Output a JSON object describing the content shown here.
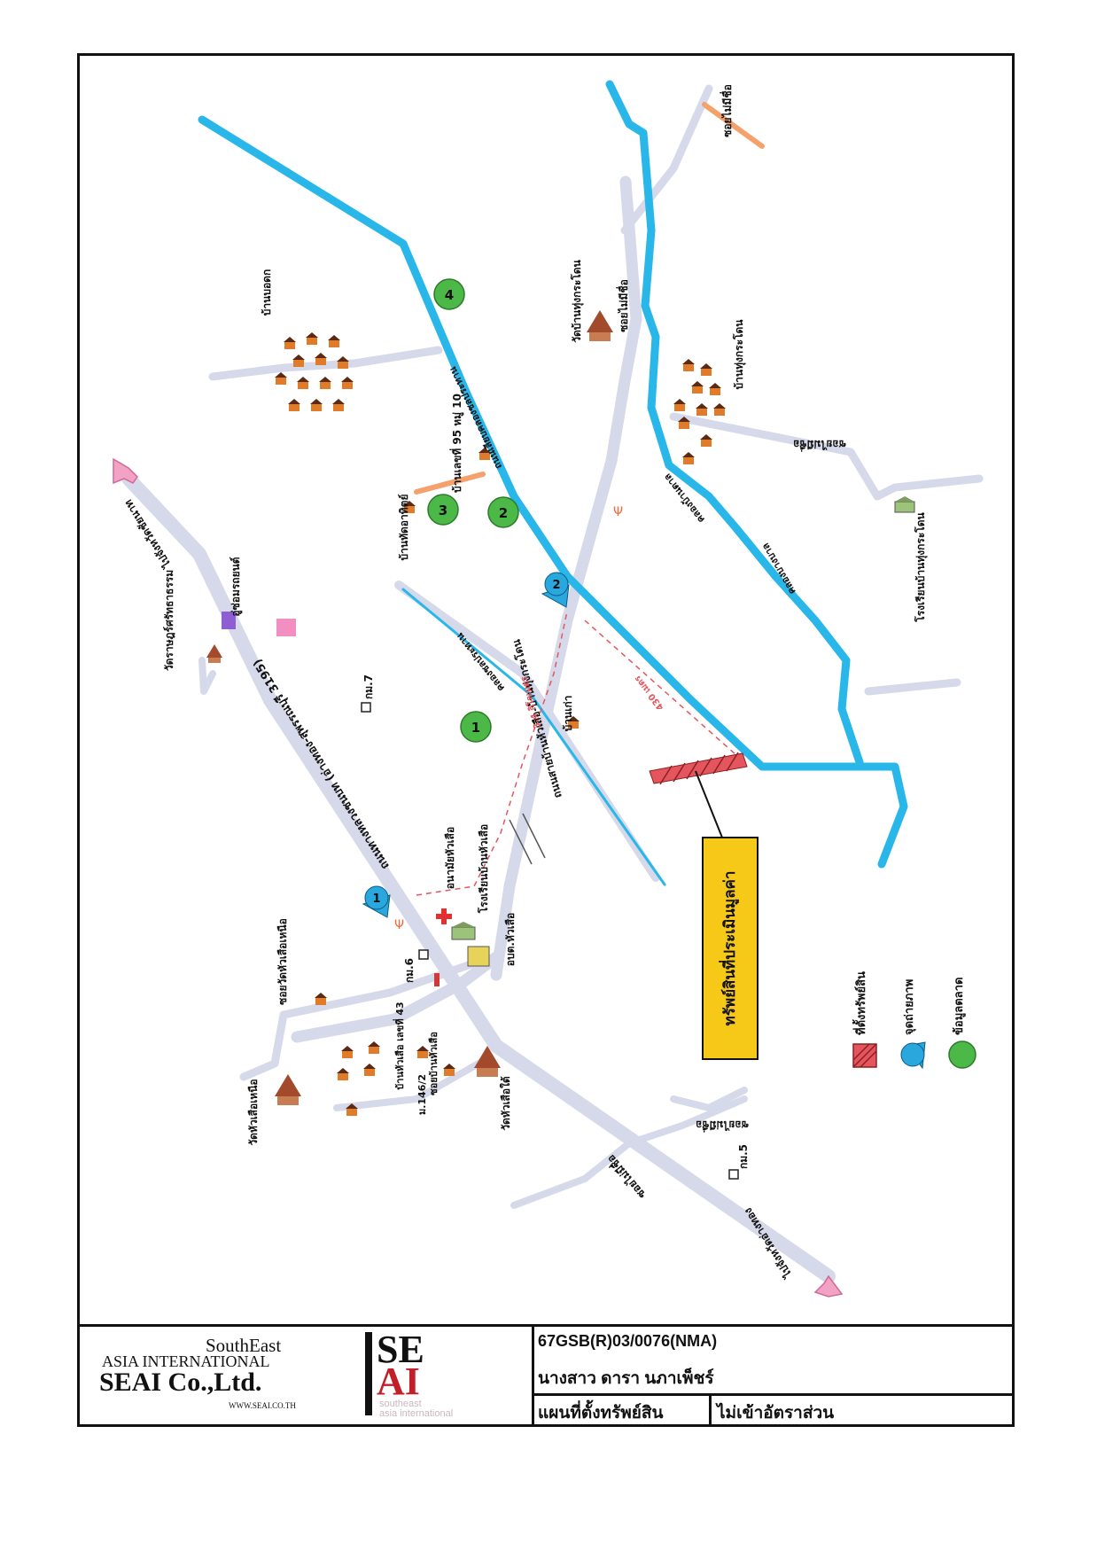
{
  "map": {
    "road_labels": {
      "highway": "ถนนทางหลวงชนบท (อ่างทอง-สุพรรณบุรี 3195)",
      "to_top": "ไปจังหวัดชัยนาท",
      "to_bottom": "ไปจังหวัดอ่างทอง",
      "village_road": "ถนนสายบ้านหัวเสือ-บ้านทุ่งกระโดน",
      "canal_road": "ถนนเลียบคลองชลประทาน",
      "canal": "คลองชลประทาน",
      "river1": "คลองบางบาล",
      "river2": "คลองบ้านตาล"
    },
    "places": {
      "ban_bongkok": "บ้านบอดก",
      "wat_thung": "วัดบ้านทุ่งกระโดน",
      "soi_nameless_1": "ซอยไม่มีชื่อ",
      "soi_nameless_2": "ซอยไม่มีชื่อ",
      "soi_nameless_3": "ซอยไม่มีชื่อ",
      "soi_nameless_4": "ซอยไม่มีชื่อ",
      "soi_nameless_5": "ซอยไม่มีชื่อ",
      "ban_thung": "บ้านทุ่งกระโดน",
      "school_thung": "โรงเรียนบ้านทุ่งกระโดน",
      "ban_sa": "บ้านเลขที่ 95 หมู่ 10",
      "ban_kokham": "บ้านทัดอาทิตย์",
      "wat_khao": "วัดราษฎร์ศรัทธาธรรม",
      "car_shop": "อู่ซ่อมรถยนต์",
      "km7": "กม.7",
      "km6": "กม.6",
      "km5": "กม.5",
      "ban_yai": "บ้านเก่า",
      "wat_north": "วัดหัวเสือเหนือ",
      "soi_wat_north": "ซอยวัดหัวเสือเหนือ",
      "ban_nong": "บ้านหัวเสือ เลขที่ 43",
      "soi_ban": "ซอยบ้านหัวเสือ",
      "no_146": "ม.146/2",
      "wat_south": "วัดหัวเสือใต้",
      "school_hua": "โรงเรียนบ้านหัวเสือ",
      "health": "อนามัยหัวเสือ",
      "obt": "อบต.หัวเสือ",
      "dist1": "3.4 กิโลเมตร",
      "dist2": "430 เมตร"
    },
    "photo_points": [
      "1",
      "2"
    ],
    "market_points": [
      "1",
      "2",
      "3",
      "4"
    ],
    "subject_label": "ทรัพย์สินที่ประเมินมูลค่า",
    "legend": {
      "location": "ที่ตั้งทรัพย์สิน",
      "photo": "จุดถ่ายภาพ",
      "market": "ข้อมูลตลาด"
    },
    "colors": {
      "road": "#d6d9e9",
      "river": "#29b7ea",
      "subject": "#e5555e",
      "market": "#4cb848",
      "photo": "#2aa8de",
      "arrow": "#f2a2c4",
      "box": "#f6c817"
    }
  },
  "title_block": {
    "company_line1": "SouthEast",
    "company_line2": "ASIA INTERNATIONAL",
    "company_line3": "SEAI Co.,Ltd.",
    "website": "WWW.SEAI.CO.TH",
    "logo_top": "SE",
    "logo_bottom": "AI",
    "logo_sub1": "southeast",
    "logo_sub2": "asia international",
    "job_no": "67GSB(R)03/0076(NMA)",
    "client": "นางสาว ดารา นภาเพ็ชร์",
    "map_title": "แผนที่ตั้งทรัพย์สิน",
    "note": "ไม่เข้าอัตราส่วน"
  }
}
